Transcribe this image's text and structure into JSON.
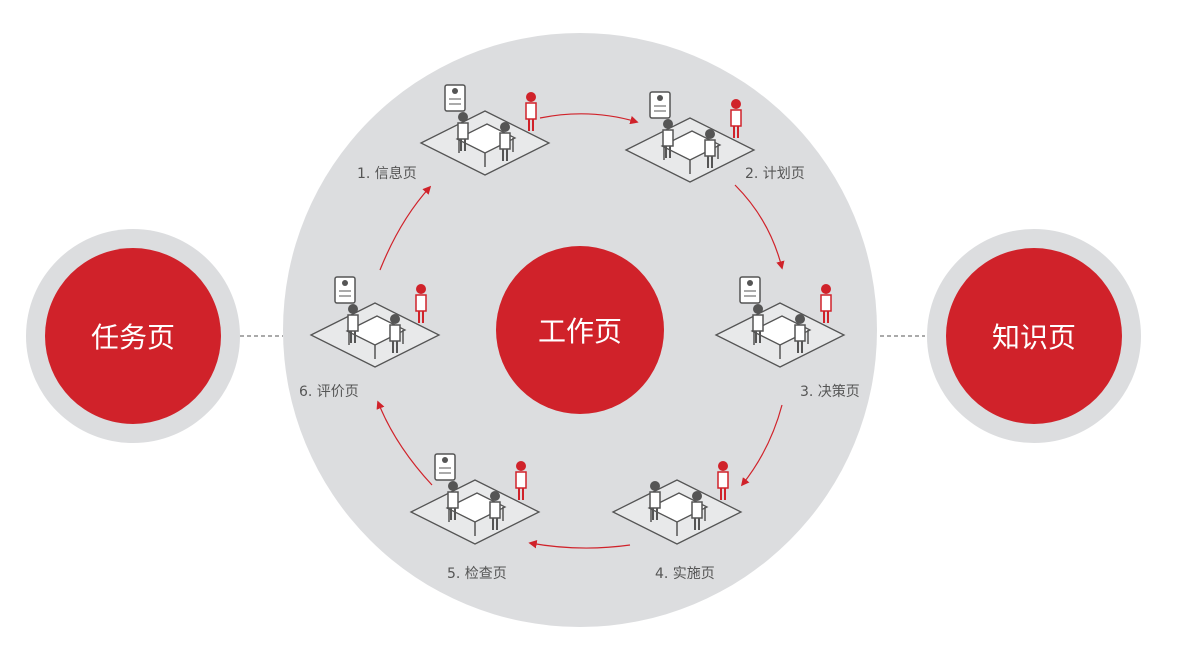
{
  "colors": {
    "accent": "#d0222a",
    "ring": "#dcdddf",
    "line": "#555555"
  },
  "center": {
    "label": "工作页"
  },
  "left_node": {
    "label": "任务页"
  },
  "right_node": {
    "label": "知识页"
  },
  "stations": [
    {
      "label": "1. 信息页"
    },
    {
      "label": "2. 计划页"
    },
    {
      "label": "3. 决策页"
    },
    {
      "label": "4. 实施页"
    },
    {
      "label": "5. 检查页"
    },
    {
      "label": "6. 评价页"
    }
  ]
}
